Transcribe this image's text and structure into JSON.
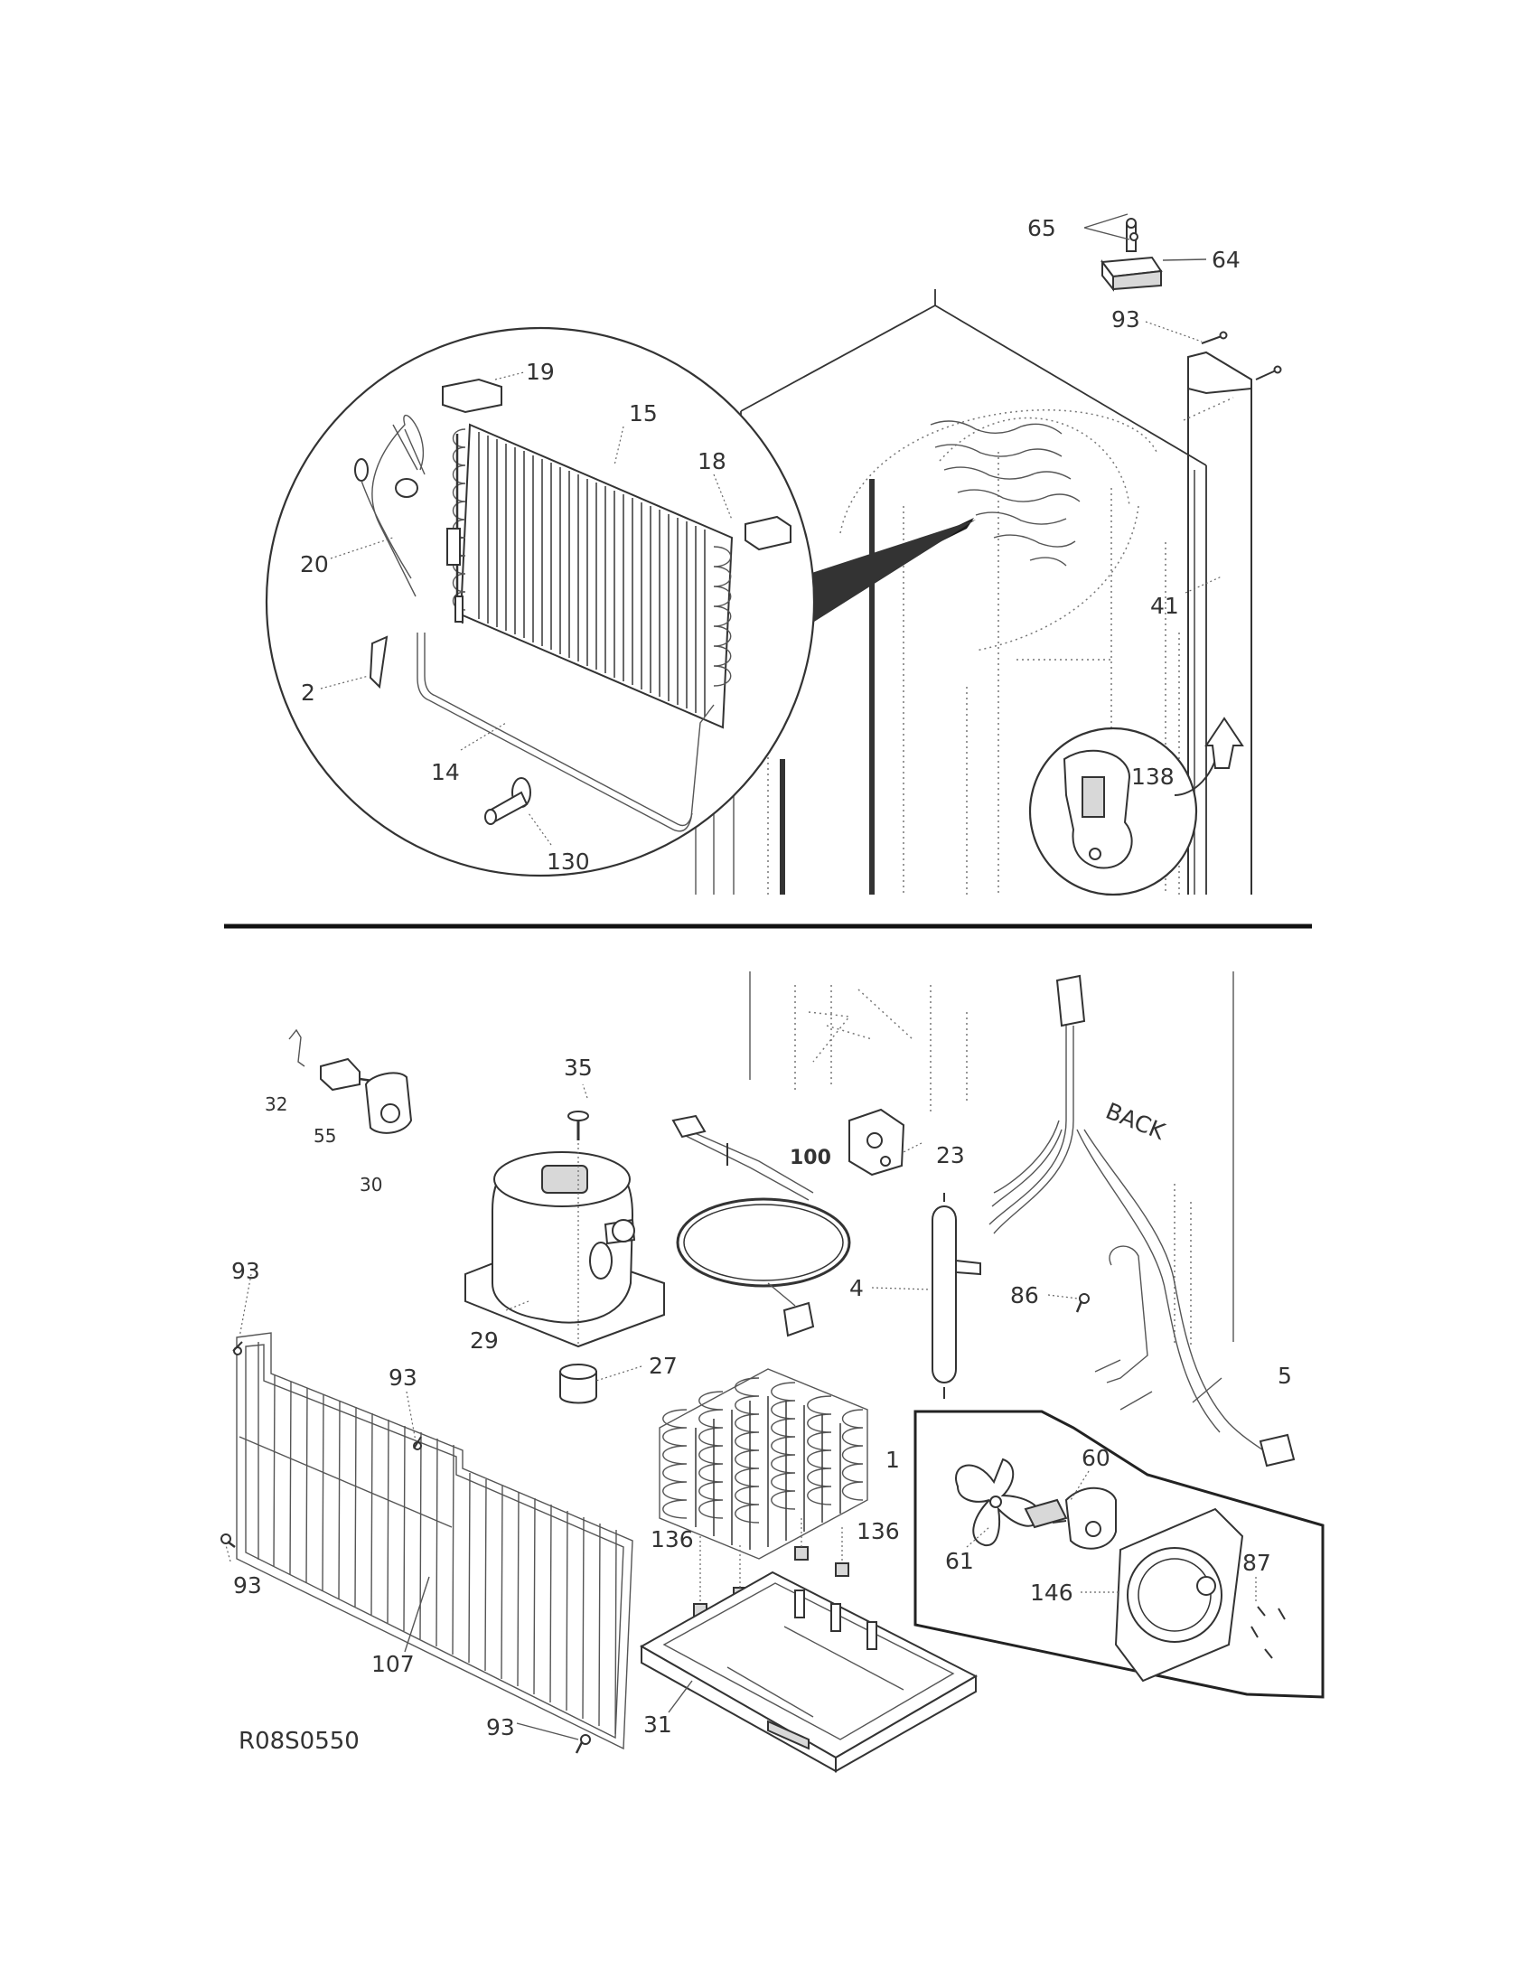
{
  "diagram": {
    "code": "R08S0550",
    "back_label": "BACK",
    "callouts": {
      "c65": "65",
      "c64": "64",
      "c93_top": "93",
      "c19": "19",
      "c15": "15",
      "c18": "18",
      "c20": "20",
      "c41": "41",
      "c2": "2",
      "c14": "14",
      "c138": "138",
      "c130": "130",
      "c32": "32",
      "c55": "55",
      "c30": "30",
      "c35": "35",
      "c100": "100",
      "c23": "23",
      "c93_left": "93",
      "c93_mid": "93",
      "c29": "29",
      "c27": "27",
      "c4": "4",
      "c86": "86",
      "c5": "5",
      "c1": "1",
      "c60": "60",
      "c61": "61",
      "c136_left": "136",
      "c136_right": "136",
      "c87": "87",
      "c146": "146",
      "c93_lower": "93",
      "c107": "107",
      "c31": "31",
      "c93_bottom": "93"
    }
  }
}
